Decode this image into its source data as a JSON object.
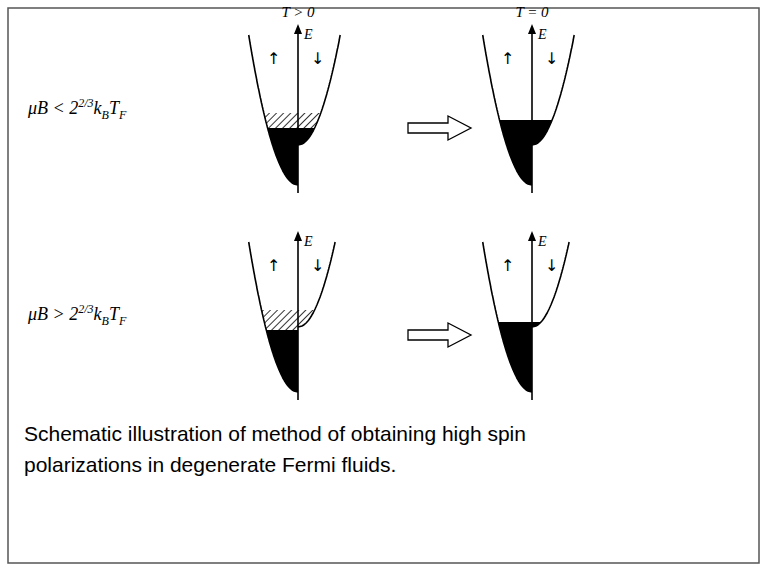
{
  "diagram": {
    "caption": "Schematic illustration of method of obtaining high spin polarizations in degenerate Fermi fluids.",
    "labels": [
      "T > 0",
      "T = 0",
      "μB < 2",
      "2/3",
      "k",
      "B",
      "T",
      "F",
      "E",
      "↑",
      "↓",
      "E",
      "↑",
      "↓",
      "μB > 2",
      "2/3",
      "k",
      "B",
      "T",
      "F",
      "E",
      "↑",
      "↓",
      "E",
      "↑",
      "↓"
    ]
  }
}
